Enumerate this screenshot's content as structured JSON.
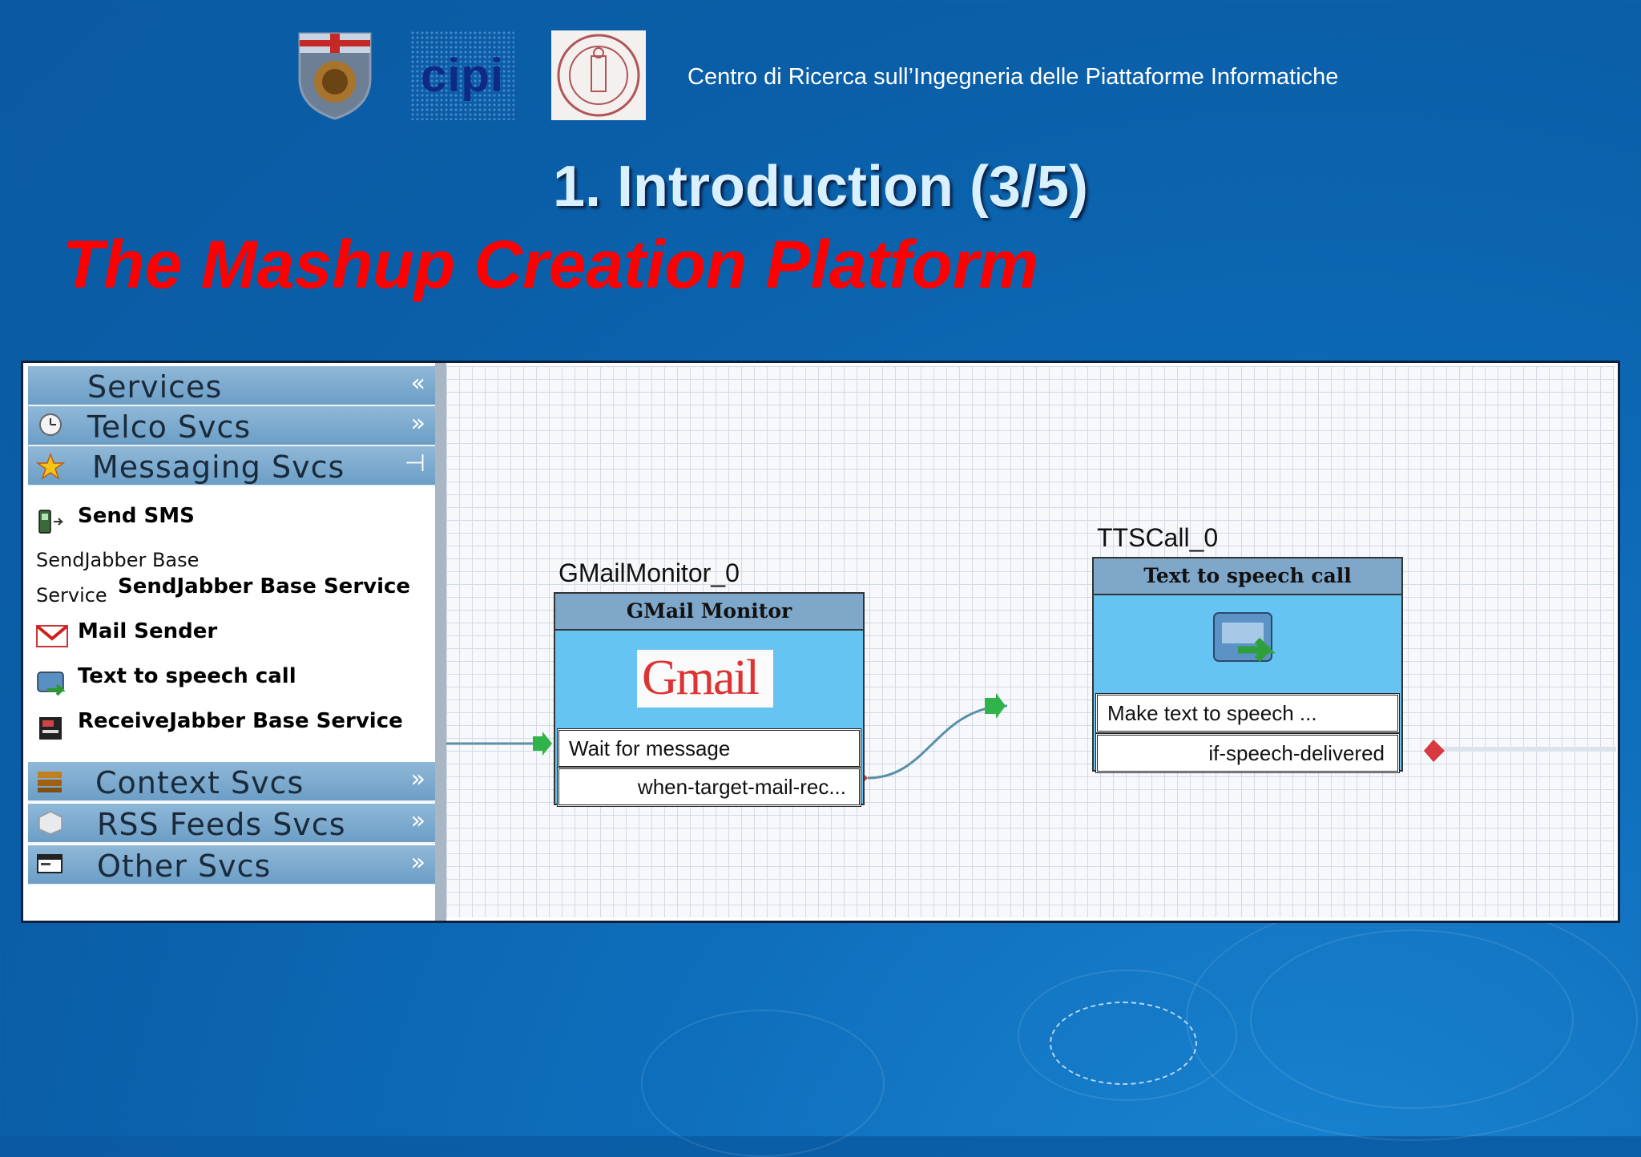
{
  "header": {
    "logo_left_name": "crest-logo",
    "logo_cipi_text": "cipi",
    "research_center": "Centro di Ricerca sull’Ingegneria delle Piattaforme Informatiche"
  },
  "slide": {
    "title": "1. Introduction (3/5)",
    "subtitle": "The Mashup Creation Platform"
  },
  "sidebar": {
    "services_header": "Services",
    "services_chevron": "«",
    "telco": {
      "label": "Telco Svcs",
      "chevron": "»"
    },
    "messaging": {
      "label": "Messaging Svcs",
      "chevron": "⊣"
    },
    "items": [
      {
        "label": "Send SMS",
        "icon": "phone-icon"
      },
      {
        "label": "SendJabber Base Service",
        "prefix_line1": "SendJabber Base",
        "prefix_line2": "Service"
      },
      {
        "label": "Mail Sender",
        "icon": "gmail-icon"
      },
      {
        "label": "Text to speech call",
        "icon": "phone-call-icon"
      },
      {
        "label": "ReceiveJabber Base Service",
        "icon": "chat-icon"
      }
    ],
    "context": {
      "label": "Context Svcs",
      "chevron": "»"
    },
    "rss": {
      "label": "RSS Feeds Svcs",
      "chevron": "»"
    },
    "other": {
      "label": "Other Svcs",
      "chevron": "»"
    }
  },
  "nodes": {
    "gmail": {
      "id": "GMailMonitor_0",
      "header": "GMail Monitor",
      "logo": "Gmail",
      "input_port": "Wait for message",
      "output_port": "when-target-mail-rec..."
    },
    "tts": {
      "id": "TTSCall_0",
      "header": "Text to speech call",
      "input_port": "Make text to speech ...",
      "output_port": "if-speech-delivered"
    }
  },
  "colors": {
    "background": "#0a5fa8",
    "subtitle": "#ff0000",
    "node_body": "#66c4f2",
    "accordion": "#7aa8cf"
  }
}
